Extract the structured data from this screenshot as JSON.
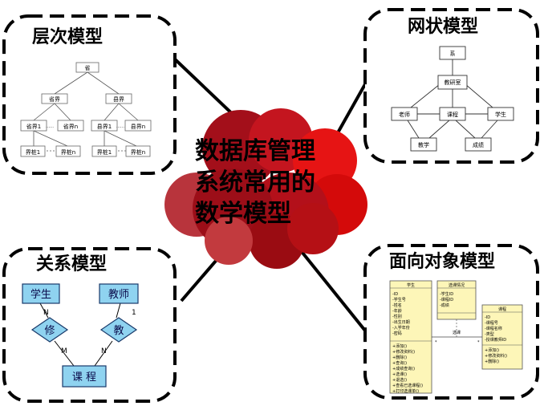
{
  "center": {
    "lines": [
      "数据库管理",
      "系统常用的",
      "数学模型"
    ]
  },
  "hier": {
    "title": "层次模型",
    "root": "省",
    "level2": [
      "省界",
      "县界"
    ],
    "level3": [
      "省界1",
      "省界n",
      "县界1",
      "县界n"
    ],
    "level4": [
      "界桩1",
      "界桩n",
      "界桩1",
      "界桩n"
    ],
    "ellipsis": "……"
  },
  "net": {
    "title": "网状模型",
    "nodes": [
      "系",
      "教研室",
      "老师",
      "课程",
      "学生",
      "教学",
      "成绩"
    ]
  },
  "rel": {
    "title": "关系模型",
    "entities": [
      "学生",
      "教师",
      "课 程"
    ],
    "relations": [
      "修",
      "教"
    ],
    "cards": [
      "N",
      "M",
      "1",
      "N"
    ]
  },
  "oo": {
    "title": "面向对象模型",
    "student": {
      "name": "学生",
      "attrs": [
        "-ID",
        "-学生号",
        "-姓名",
        "-年龄",
        "-性别",
        "-出生日期",
        "-入学年份",
        "-密码"
      ],
      "ops": [
        "+添加()",
        "+修改资料()",
        "+删除()",
        "+查询()",
        "+成绩查询()",
        "+选课()",
        "+退选()",
        "+查看已选课程()",
        "+打印选课单()"
      ]
    },
    "enroll": {
      "name": "选课情况",
      "attrs": [
        "-学生ID",
        "-课程ID",
        "-成绩"
      ]
    },
    "course": {
      "name": "课程",
      "attrs": [
        "-ID",
        "-课程号",
        "-课程名称",
        "-类型",
        "-授课教师ID"
      ],
      "ops": [
        "+添加()",
        "+修改资料()",
        "+删除()"
      ]
    },
    "link": "选课",
    "mult": [
      "*",
      "*"
    ]
  },
  "colors": {
    "dash": "#000000",
    "er_fill": "#8fd3f0",
    "er_stroke": "#1a3a6a",
    "uml_fill": "#fdf6b8"
  }
}
